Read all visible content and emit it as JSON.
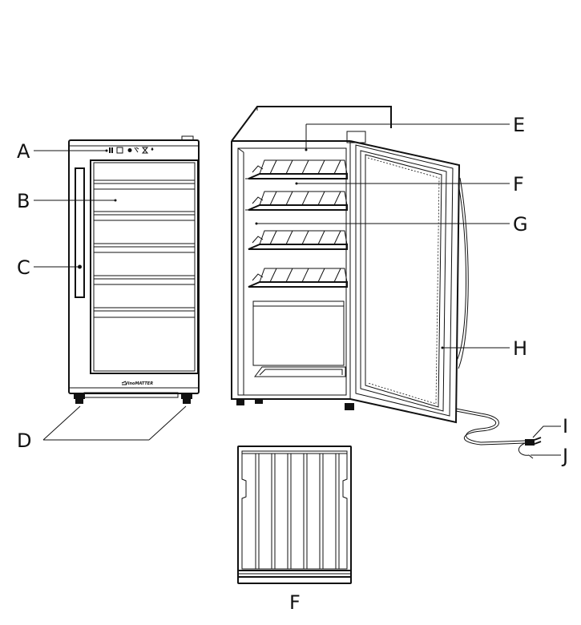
{
  "labels": {
    "A": "A",
    "B": "B",
    "C": "C",
    "D": "D",
    "E": "E",
    "F": "F",
    "G": "G",
    "H": "H",
    "I": "I",
    "J": "J",
    "F_bottom": "F"
  },
  "brand_logo_text": "VinoMATTER",
  "icons": [
    "temperature-icon",
    "light-icon",
    "lock-icon",
    "timer-icon",
    "power-icon"
  ]
}
